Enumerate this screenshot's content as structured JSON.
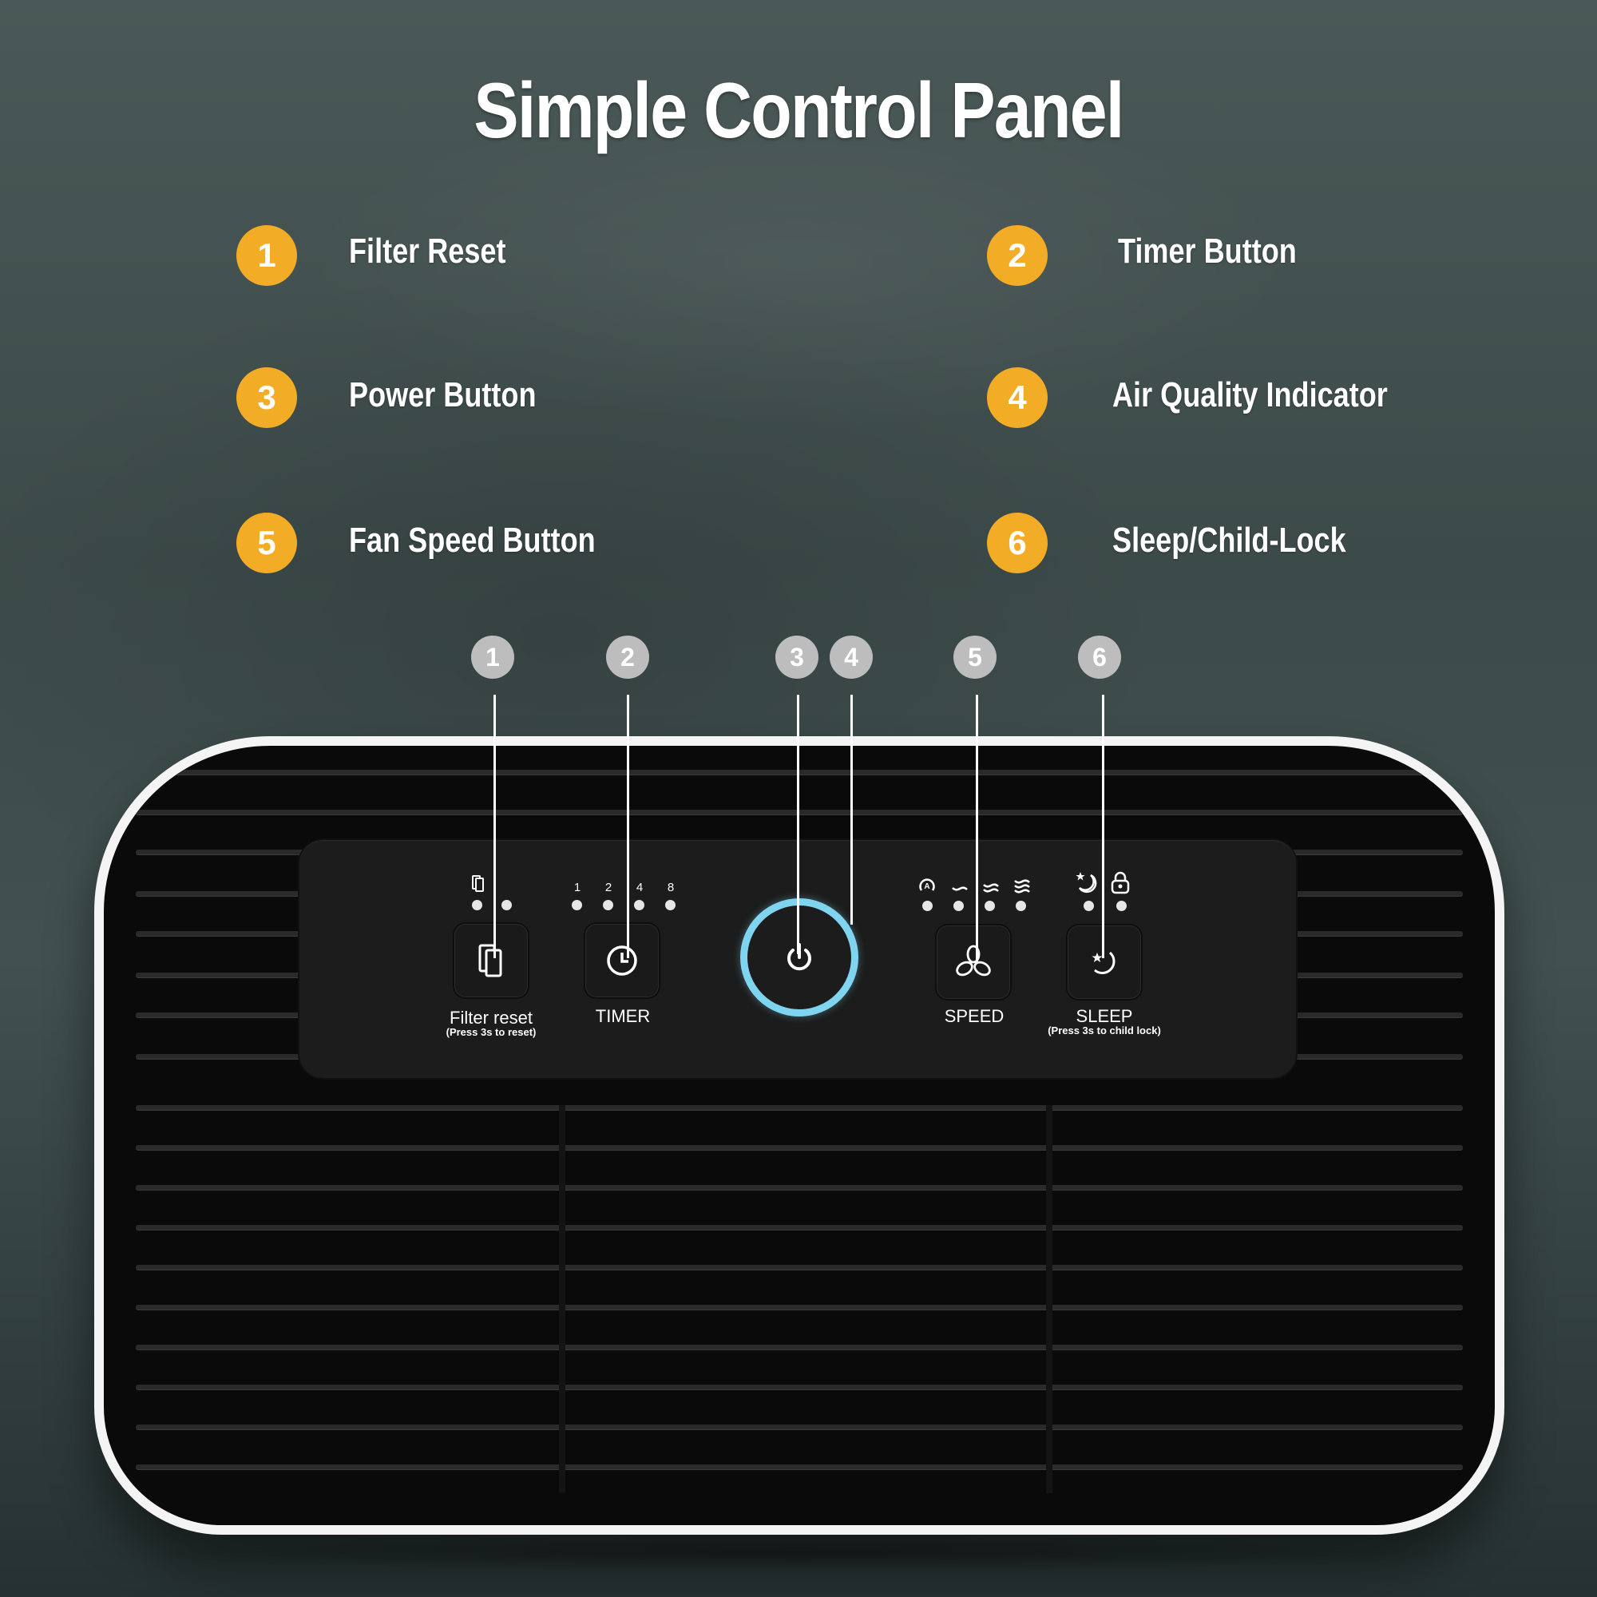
{
  "headline": "Simple Control Panel",
  "colors": {
    "badge": "#f3ac26",
    "callout": "#bdbdbd",
    "power_ring": "#7fd4ef",
    "background": "#3e4c4b",
    "device_body": "#0a0a0a",
    "device_trim": "#f4f4f4"
  },
  "legend": [
    {
      "number": "1",
      "label": "Filter Reset"
    },
    {
      "number": "2",
      "label": "Timer Button"
    },
    {
      "number": "3",
      "label": "Power Button"
    },
    {
      "number": "4",
      "label": "Air Quality Indicator"
    },
    {
      "number": "5",
      "label": "Fan Speed Button"
    },
    {
      "number": "6",
      "label": "Sleep/Child-Lock"
    }
  ],
  "callouts": [
    "1",
    "2",
    "3",
    "4",
    "5",
    "6"
  ],
  "panel": {
    "filter": {
      "indicator_icon": "filter-icon",
      "button_icon": "filter-icon",
      "label": "Filter  reset",
      "sublabel": "(Press 3s to reset)"
    },
    "timer": {
      "hours": [
        "1",
        "2",
        "4",
        "8"
      ],
      "button_icon": "clock-icon",
      "label": "TIMER"
    },
    "power": {
      "button_icon": "power-icon"
    },
    "speed": {
      "indicator_icons": [
        "auto-icon",
        "low-wind-icon",
        "medium-wind-icon",
        "high-wind-icon"
      ],
      "auto_glyph": "A",
      "button_icon": "fan-icon",
      "label": "SPEED"
    },
    "sleep": {
      "indicator_icons": [
        "moon-star-icon",
        "lock-icon"
      ],
      "button_icon": "moon-star-icon",
      "label": "SLEEP",
      "sublabel": "(Press 3s to child lock)"
    }
  }
}
